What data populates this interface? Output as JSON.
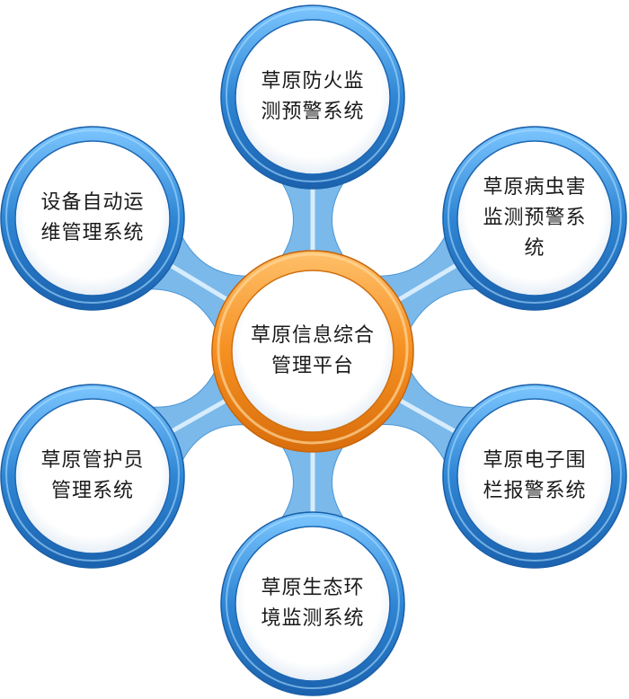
{
  "hub": {
    "lines": [
      "草原信息综合",
      "管理平台"
    ],
    "ring_color": "#f28a1c"
  },
  "satellites": [
    {
      "id": "fire",
      "lines": [
        "草原防火监",
        "测预警系统"
      ]
    },
    {
      "id": "pest",
      "lines": [
        "草原病虫害",
        "监测预警系",
        "统"
      ]
    },
    {
      "id": "fence",
      "lines": [
        "草原电子围",
        "栏报警系统"
      ]
    },
    {
      "id": "ecology",
      "lines": [
        "草原生态环",
        "境监测系统"
      ]
    },
    {
      "id": "ranger",
      "lines": [
        "草原管护员",
        "管理系统"
      ]
    },
    {
      "id": "equipment",
      "lines": [
        "设备自动运",
        "维管理系统"
      ]
    }
  ],
  "colors": {
    "satellite_ring": "#2f86d4",
    "satellite_ring_dark": "#1a5fa8",
    "connector": "#6fb3e8",
    "hub_ring": "#f28a1c",
    "hub_ring_light": "#ffc06a",
    "text": "#1a1a1a"
  }
}
